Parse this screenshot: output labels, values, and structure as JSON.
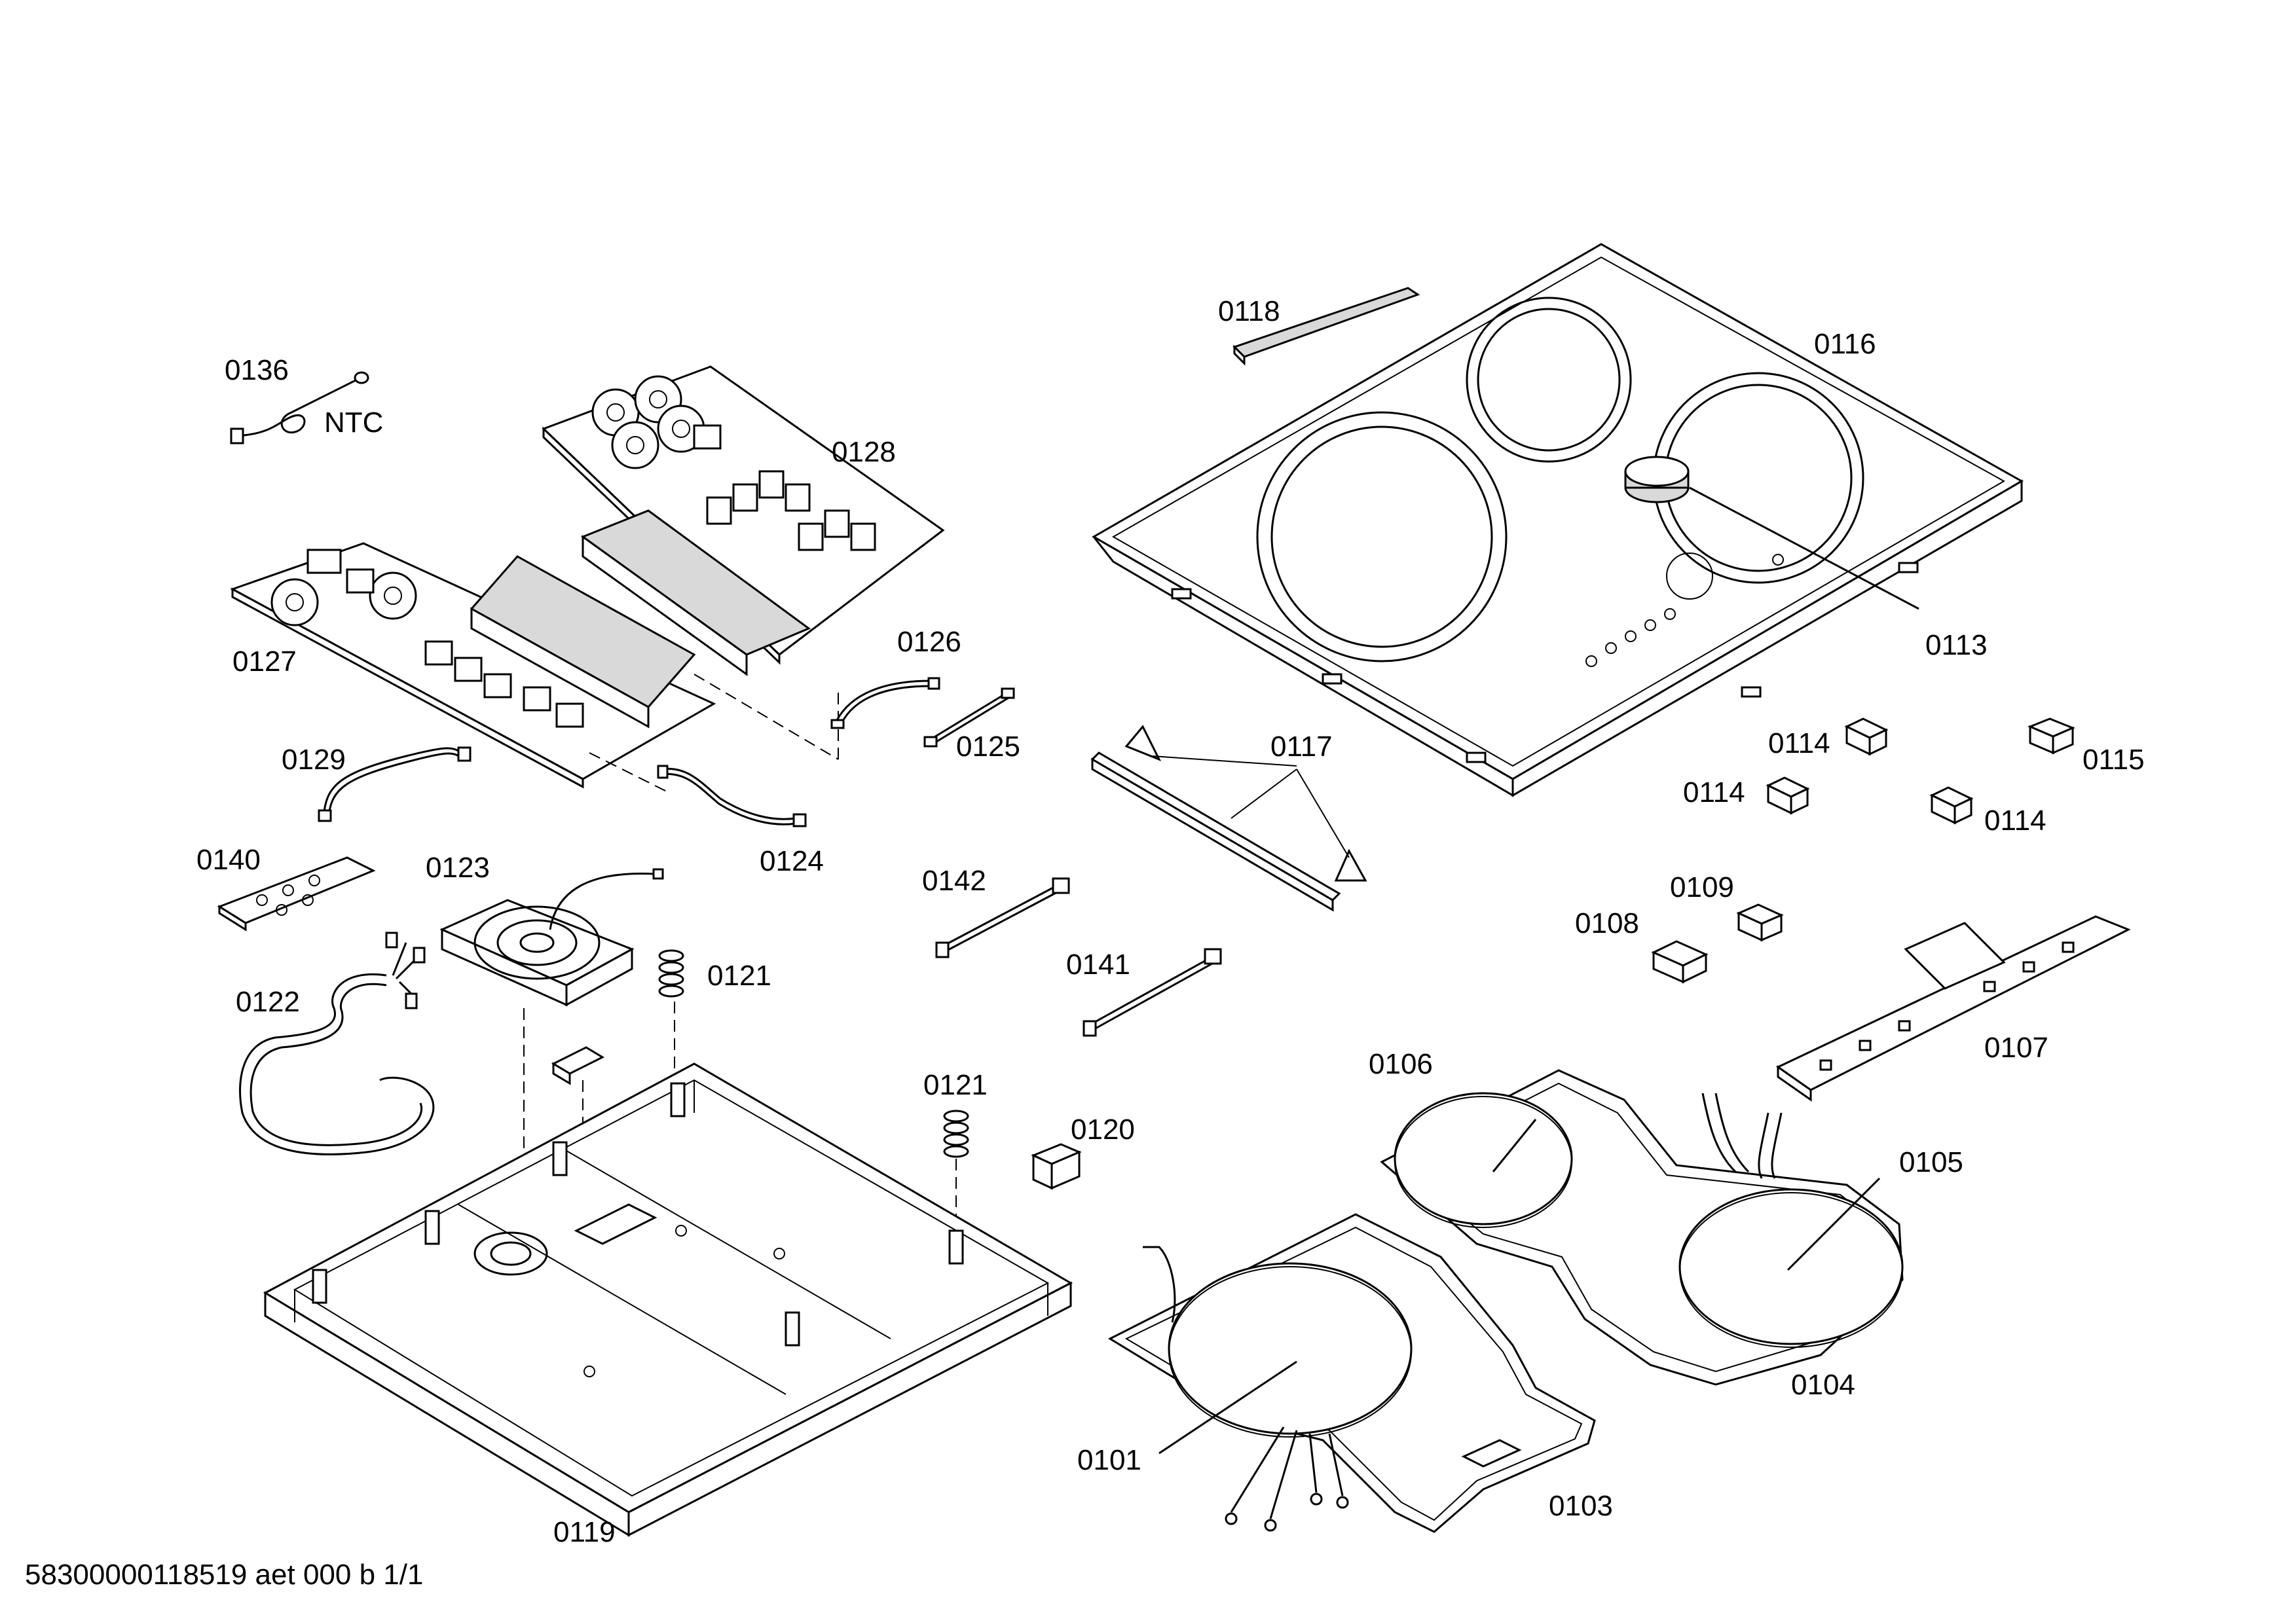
{
  "diagram": {
    "labels": {
      "p0136": "0136",
      "ntc": "NTC",
      "p0128": "0128",
      "p0127": "0127",
      "p0126": "0126",
      "p0125": "0125",
      "p0129": "0129",
      "p0124": "0124",
      "p0140": "0140",
      "p0123": "0123",
      "p0121a": "0121",
      "p0121b": "0121",
      "p0122": "0122",
      "p0120": "0120",
      "p0119": "0119",
      "p0118": "0118",
      "p0116": "0116",
      "p0113": "0113",
      "p0117": "0117",
      "p0142": "0142",
      "p0141": "0141",
      "p0114a": "0114",
      "p0114b": "0114",
      "p0114c": "0114",
      "p0115": "0115",
      "p0109": "0109",
      "p0108": "0108",
      "p0107": "0107",
      "p0106": "0106",
      "p0105": "0105",
      "p0104": "0104",
      "p0101": "0101",
      "p0103": "0103"
    },
    "footer": "58300000118519 aet 000 b 1/1"
  }
}
